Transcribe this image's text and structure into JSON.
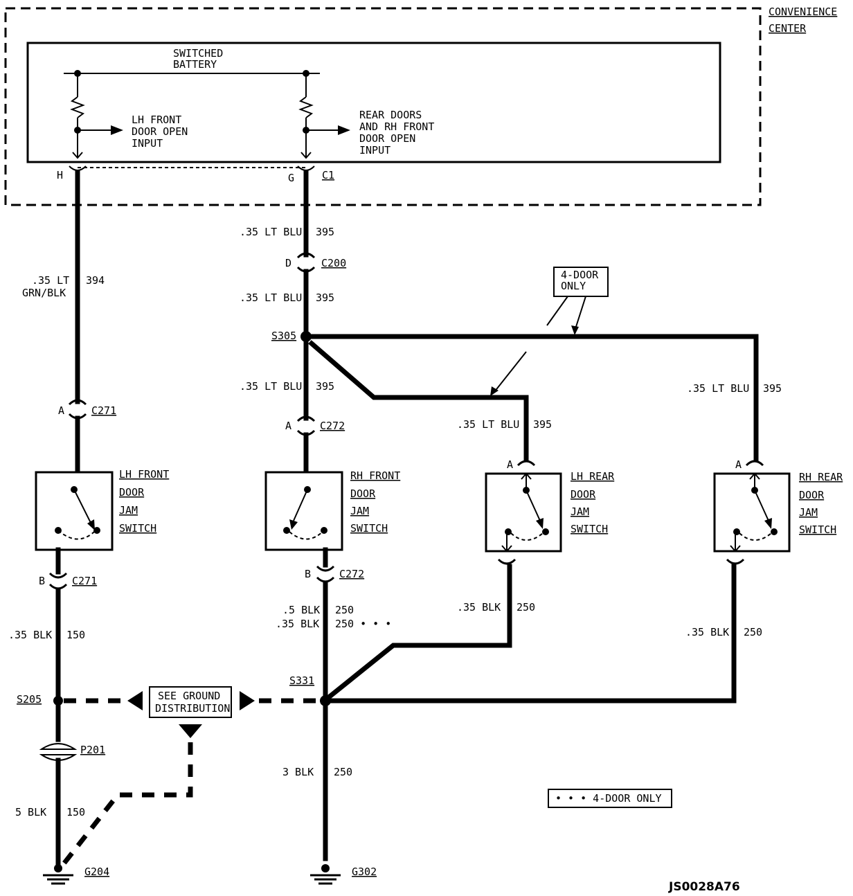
{
  "convenience_center": {
    "line1": "CONVENIENCE",
    "line2": "CENTER"
  },
  "switched_battery": {
    "line1": "SWITCHED",
    "line2": "BATTERY"
  },
  "lh_input": {
    "line1": "LH FRONT",
    "line2": "DOOR OPEN",
    "line3": "INPUT"
  },
  "rh_input": {
    "line1": "REAR DOORS",
    "line2": "AND RH FRONT",
    "line3": "DOOR OPEN",
    "line4": "INPUT"
  },
  "pins": {
    "h": "H",
    "g": "G",
    "c1": "C1",
    "d": "D",
    "c200": "C200",
    "a1": "A",
    "c271a": "C271",
    "a2": "A",
    "c272a": "C272",
    "b1": "B",
    "c271b": "C271",
    "b2": "B",
    "c272b": "C272",
    "a3": "A",
    "a4": "A"
  },
  "wires": {
    "w394": {
      "gauge": ".35 LT",
      "color2": "GRN/BLK",
      "circuit": "394"
    },
    "w395a": {
      "gauge": ".35 LT BLU",
      "circuit": "395"
    },
    "w395b": {
      "gauge": ".35 LT BLU",
      "circuit": "395"
    },
    "w395c": {
      "gauge": ".35 LT BLU",
      "circuit": "395"
    },
    "w395d": {
      "gauge": ".35 LT BLU",
      "circuit": "395"
    },
    "w395e": {
      "gauge": ".35 LT BLU",
      "circuit": "395"
    },
    "w150a": {
      "gauge": ".35 BLK",
      "circuit": "150"
    },
    "w150b": {
      "gauge": "5 BLK",
      "circuit": "150"
    },
    "w250a": {
      "gauge": ".5 BLK",
      "circuit": "250"
    },
    "w250b": {
      "gauge": ".35 BLK",
      "circuit": "250 • • •"
    },
    "w250c": {
      "gauge": ".35 BLK",
      "circuit": "250"
    },
    "w250d": {
      "gauge": ".35 BLK",
      "circuit": "250"
    },
    "w250e": {
      "gauge": "3 BLK",
      "circuit": "250"
    }
  },
  "four_door_box": {
    "line1": "4-DOOR",
    "line2": "ONLY"
  },
  "splices": {
    "s305": "S305",
    "s331": "S331",
    "s205": "S205",
    "p201": "P201"
  },
  "switches": {
    "lhf": {
      "line1": "LH FRONT",
      "line2": "DOOR",
      "line3": "JAM",
      "line4": "SWITCH"
    },
    "rhf": {
      "line1": "RH FRONT",
      "line2": "DOOR",
      "line3": "JAM",
      "line4": "SWITCH"
    },
    "lhr": {
      "line1": "LH REAR",
      "line2": "DOOR",
      "line3": "JAM",
      "line4": "SWITCH"
    },
    "rhr": {
      "line1": "RH REAR",
      "line2": "DOOR",
      "line3": "JAM",
      "line4": "SWITCH"
    }
  },
  "ground_dist": {
    "line1": "SEE GROUND",
    "line2": "DISTRIBUTION"
  },
  "grounds": {
    "g204": "G204",
    "g302": "G302"
  },
  "legend": {
    "text": "• • • 4-DOOR ONLY"
  },
  "figure_id": "JS0028A76"
}
